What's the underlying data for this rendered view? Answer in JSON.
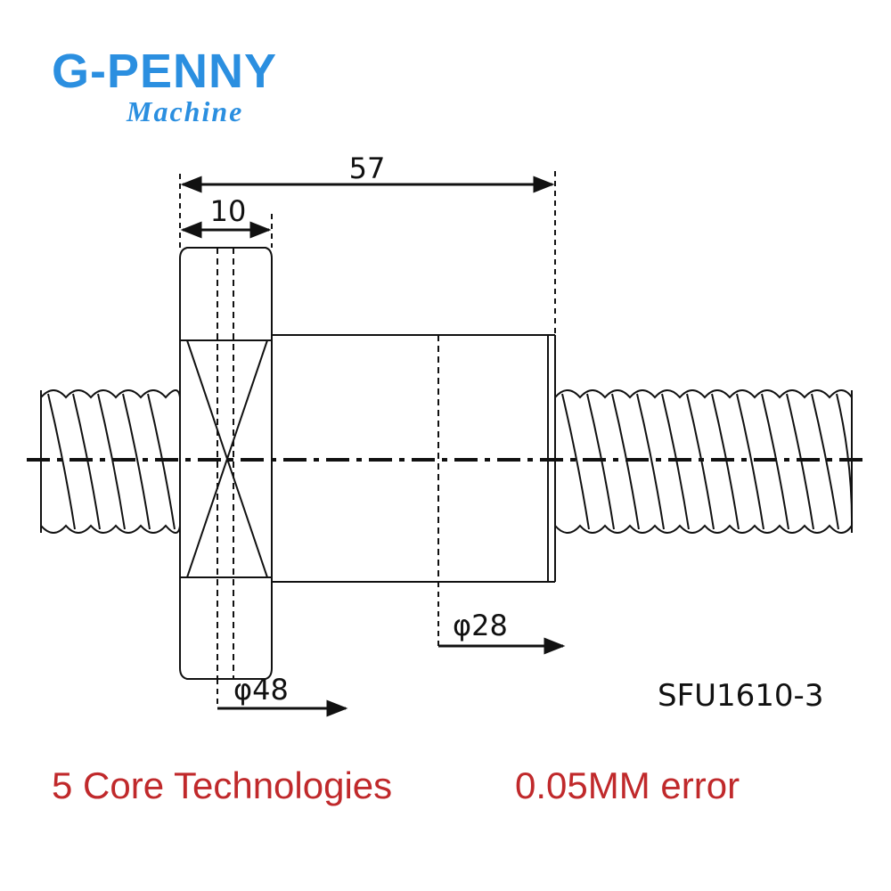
{
  "brand": {
    "name": "G-PENNY",
    "sub": "Machine",
    "color": "#2b8fe0"
  },
  "dimensions": {
    "overall_length": "57",
    "flange_width": "10",
    "body_diameter": "φ28",
    "flange_diameter": "φ48"
  },
  "model": "SFU1610-3",
  "taglines": {
    "left": "5 Core Technologies",
    "right": "0.05MM error",
    "color": "#c0292b"
  },
  "line_color": "#111111"
}
